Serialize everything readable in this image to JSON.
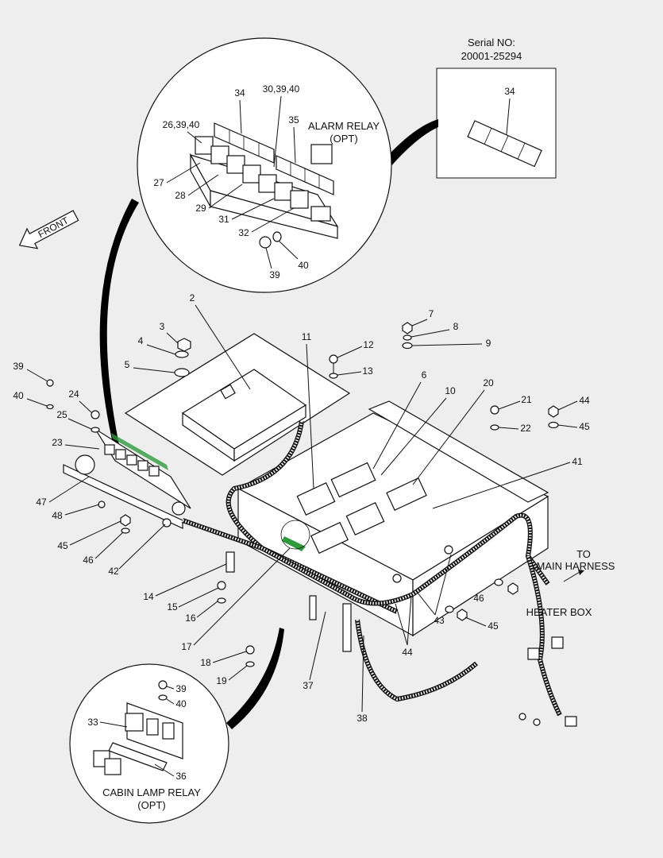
{
  "serial": {
    "title": "Serial NO:",
    "range": "20001-25294"
  },
  "front_label": "FRONT",
  "alarm_relay": {
    "line1": "ALARM RELAY",
    "line2": "(OPT)"
  },
  "cabin_lamp_relay": {
    "line1": "CABIN LAMP RELAY",
    "line2": "(OPT)"
  },
  "to_main_harness": {
    "line1": "TO",
    "line2": "MAIN HARNESS"
  },
  "heater_box": "HEATER BOX",
  "inset_label_34": "34",
  "callouts": {
    "c34": "34",
    "c30_39_40": "30,39,40",
    "c26_39_40": "26,39,40",
    "c35": "35",
    "c27": "27",
    "c28": "28",
    "c29": "29",
    "c31": "31",
    "c32": "32",
    "c39a": "39",
    "c40a": "40",
    "c2": "2",
    "c3": "3",
    "c4": "4",
    "c5": "5",
    "c7": "7",
    "c8": "8",
    "c9": "9",
    "c11": "11",
    "c12": "12",
    "c13": "13",
    "c6": "6",
    "c10": "10",
    "c20": "20",
    "c21": "21",
    "c22": "22",
    "c44a": "44",
    "c45a": "45",
    "c41": "41",
    "c39b": "39",
    "c40b": "40",
    "c24": "24",
    "c25": "25",
    "c23": "23",
    "c47": "47",
    "c48": "48",
    "c45b": "45",
    "c46a": "46",
    "c42": "42",
    "c14": "14",
    "c15": "15",
    "c16": "16",
    "c17": "17",
    "c18": "18",
    "c19": "19",
    "c37": "37",
    "c38": "38",
    "c44b": "44",
    "c43": "43",
    "c46b": "46",
    "c45c": "45",
    "c39c": "39",
    "c40c": "40",
    "c33": "33",
    "c36": "36"
  },
  "colors": {
    "background": "#eeeeee",
    "line": "#111111",
    "highlight": "#2e9a3c"
  }
}
